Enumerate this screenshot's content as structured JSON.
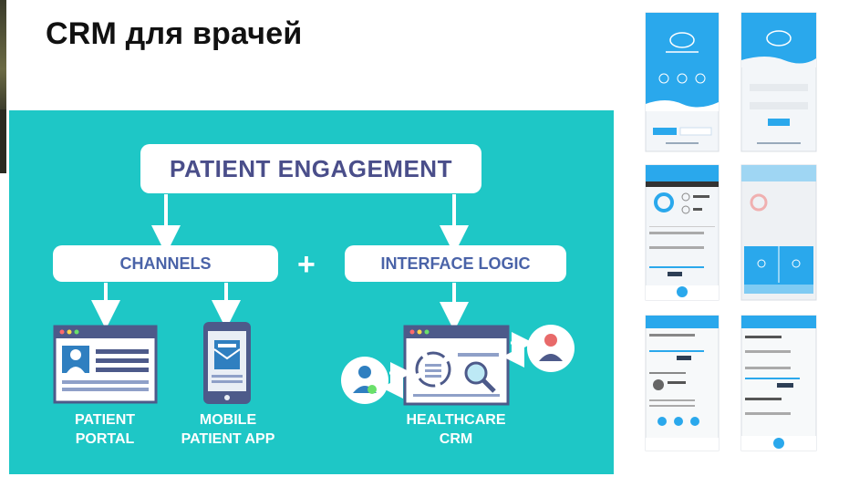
{
  "slide": {
    "title": "CRM для врачей"
  },
  "diagram": {
    "top": "PATIENT ENGAGEMENT",
    "left": "CHANNELS",
    "right": "INTERFACE LOGIC",
    "plus": "+",
    "portal_line1": "PATIENT",
    "portal_line2": "PORTAL",
    "app_line1": "MOBILE",
    "app_line2": "PATIENT APP",
    "crm_line1": "HEALTHCARE",
    "crm_line2": "CRM"
  },
  "colors": {
    "panel": "#1ec7c6",
    "box_text": "#4a4e8a",
    "phone_blue": "#27a8e8"
  }
}
